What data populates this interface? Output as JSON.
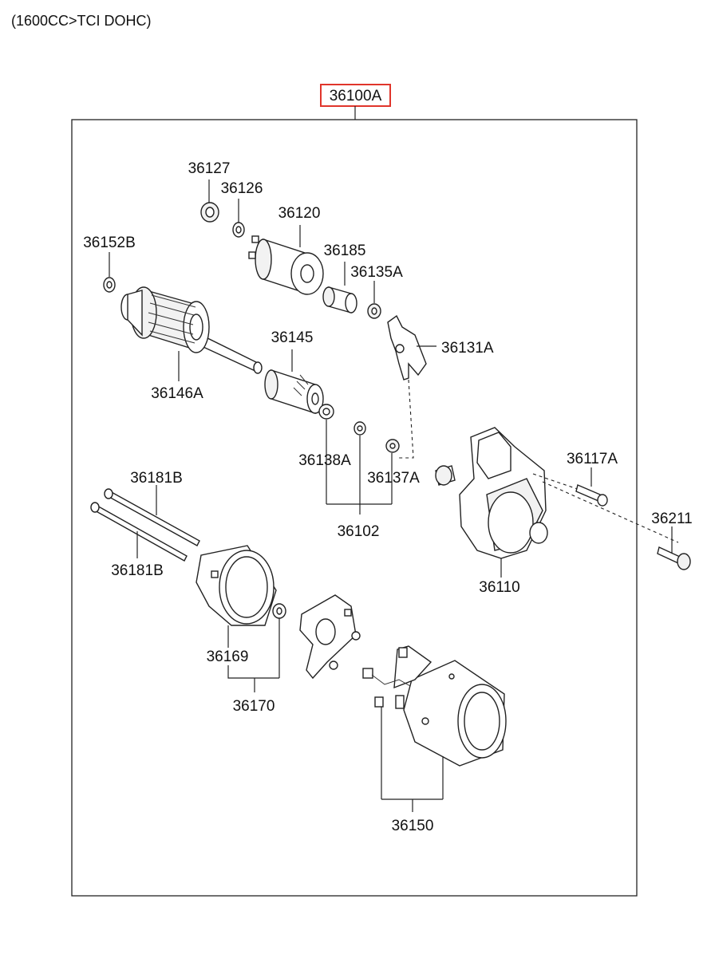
{
  "header": {
    "engine_spec": "(1600CC>TCI DOHC)"
  },
  "assembly": {
    "part_number": "36100A",
    "highlight_color": "#e0352b"
  },
  "parts": {
    "p36127": "36127",
    "p36126": "36126",
    "p36120": "36120",
    "p36185": "36185",
    "p36135A": "36135A",
    "p36152B": "36152B",
    "p36131A": "36131A",
    "p36145": "36145",
    "p36146A": "36146A",
    "p36138A": "36138A",
    "p36137A": "36137A",
    "p36102": "36102",
    "p36117A": "36117A",
    "p36211": "36211",
    "p36110": "36110",
    "p36181B_top": "36181B",
    "p36181B_bottom": "36181B",
    "p36169": "36169",
    "p36170": "36170",
    "p36150": "36150"
  }
}
